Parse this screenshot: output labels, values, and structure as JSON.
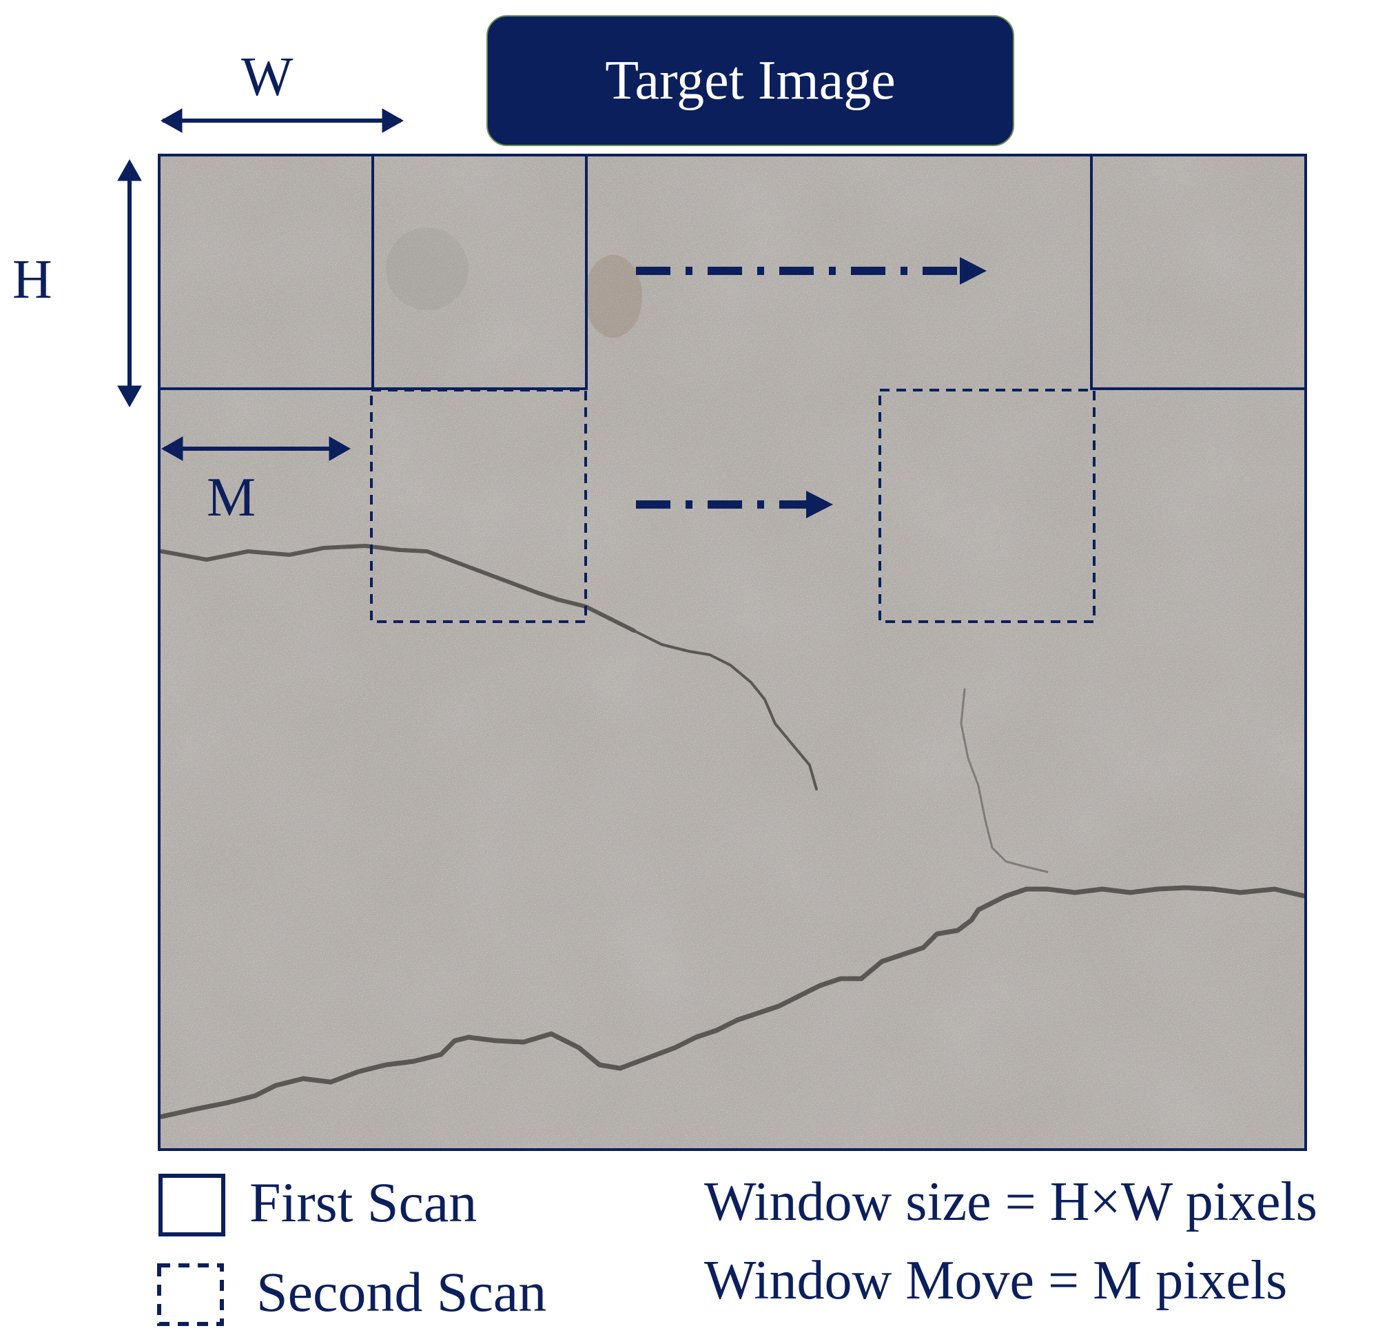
{
  "title": "Target Image",
  "labels": {
    "width": "W",
    "height": "H",
    "move": "M"
  },
  "legend": {
    "first_scan": "First Scan",
    "second_scan": "Second Scan"
  },
  "notes": {
    "window_size": "Window size = H×W pixels",
    "window_move": "Window Move = M pixels"
  },
  "colors": {
    "accent": "#0b1f5c",
    "title_border": "#6b8f4e",
    "concrete": "#b1aca7",
    "crack": "#4a4844"
  }
}
